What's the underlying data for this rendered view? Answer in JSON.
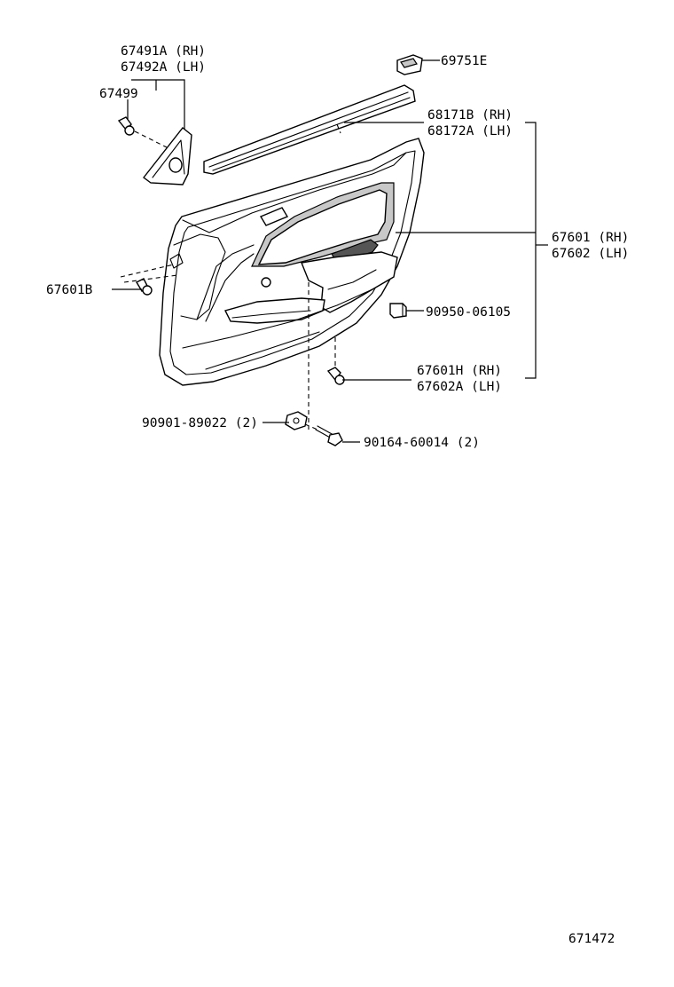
{
  "diagram": {
    "labels": {
      "garnish_rh": "67491A (RH)",
      "garnish_lh": "67492A (LH)",
      "clip_67499": "67499",
      "switch_base": "69751E",
      "weatherstrip_rh": "68171B (RH)",
      "weatherstrip_lh": "68172A (LH)",
      "board_rh": "67601 (RH)",
      "board_lh": "67602 (LH)",
      "clip_67601b": "67601B",
      "cushion": "90950-06105",
      "clip_h_rh": "67601H (RH)",
      "clip_h_lh": "67602A (LH)",
      "nut": "90901-89022 (2)",
      "screw": "90164-60014 (2)",
      "illustration_number": "671472"
    }
  }
}
